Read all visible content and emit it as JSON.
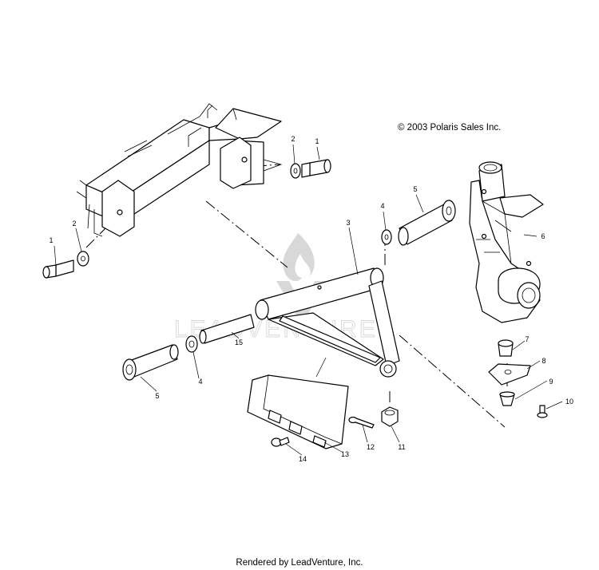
{
  "copyright": "© 2003 Polaris Sales Inc.",
  "footer": "Rendered by LeadVenture, Inc.",
  "watermark": "LEADVENTURE",
  "callouts": {
    "bolt_upper": "1",
    "washer_upper": "2",
    "washer_left": "2",
    "bolt_left": "1",
    "a_arm": "3",
    "bushing_washer_upper": "4",
    "bushing_upper": "5",
    "spindle": "6",
    "bushing_washer_lower": "4",
    "bushing_lower": "5",
    "sleeve": "15",
    "ball_joint_stud": "7",
    "ball_joint_plate": "8",
    "ball_joint_boot": "9",
    "rivet": "10",
    "nut": "11",
    "cotter_pin": "12",
    "guard": "13",
    "screw": "14"
  }
}
